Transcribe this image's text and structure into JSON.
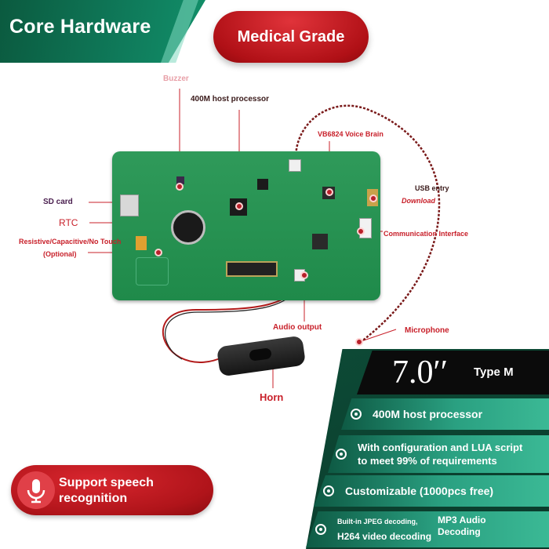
{
  "header": {
    "title": "Core Hardware",
    "badge": "Medical Grade"
  },
  "labels": {
    "buzzer": "Buzzer",
    "processor_top": "400M host processor",
    "voice_brain": "VB6824 Voice Brain",
    "usb_entry": "USB entry",
    "download": "Download",
    "comm_interface": "Communication Interface",
    "sd_card": "SD card",
    "rtc": "RTC",
    "touch_line1": "Resistive/Capacitive/No Touch",
    "touch_line2": "(Optional)",
    "audio_output": "Audio output",
    "microphone": "Microphone",
    "horn": "Horn"
  },
  "spec": {
    "size": "7.0′′",
    "type": "Type M",
    "features": [
      "400M host processor",
      "With configuration and LUA script",
      "to meet 99% of requirements",
      "Customizable (1000pcs free)",
      "Built-in JPEG decoding,",
      "H264 video decoding",
      "MP3 Audio",
      "Decoding"
    ]
  },
  "speech": {
    "line1": "Support speech",
    "line2": "recognition"
  },
  "icons": [
    "microphone-icon",
    "target-icon"
  ],
  "colors": {
    "brand_green": "#0f7a5a",
    "accent_red": "#c8202a",
    "panel_dark": "#0a3b2b"
  }
}
